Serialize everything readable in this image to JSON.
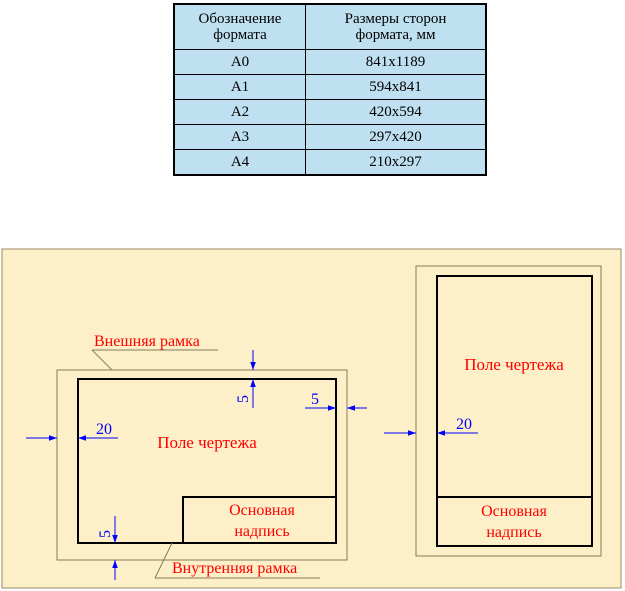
{
  "table": {
    "header": {
      "col1_lines": [
        "Обозначение",
        "формата"
      ],
      "col2_lines": [
        "Размеры сторон",
        "формата, мм"
      ]
    },
    "rows": [
      {
        "format": "A0",
        "size": "841x1189"
      },
      {
        "format": "A1",
        "size": "594x841"
      },
      {
        "format": "A2",
        "size": "420x594"
      },
      {
        "format": "A3",
        "size": "297x420"
      },
      {
        "format": "A4",
        "size": "210x297"
      }
    ]
  },
  "diagram": {
    "outer_frame_label": "Внешняя рамка",
    "inner_frame_label": "Внутренняя рамка",
    "field_label": "Поле чертежа",
    "title_block_lines": [
      "Основная",
      "надпись"
    ],
    "dim_left": "20",
    "dim_top": "5",
    "dim_right": "5",
    "dim_bottom": "5",
    "dim_portrait_left": "20",
    "colors": {
      "background": "#fdf0c8",
      "label_red": "#ff0000",
      "dim_blue": "#0000ff",
      "frame_outer": "#8a7a5a",
      "frame_inner": "#000000",
      "table_fill": "#bfe0f0"
    }
  }
}
